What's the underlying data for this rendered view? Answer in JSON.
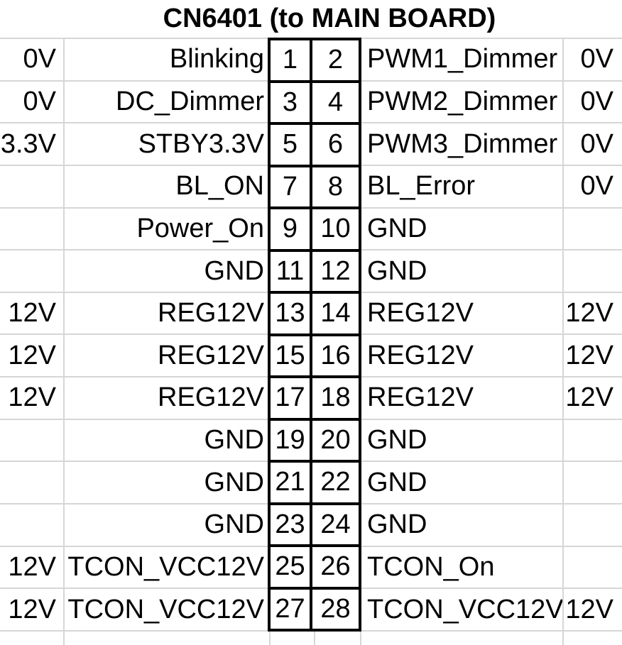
{
  "title": "CN6401 (to MAIN BOARD)",
  "table": {
    "columns": [
      "left_voltage",
      "left_signal",
      "pin_odd",
      "pin_even",
      "right_signal",
      "right_voltage"
    ],
    "rows": [
      {
        "left_voltage": "0V",
        "left_signal": "Blinking",
        "pin_left": "1",
        "pin_right": "2",
        "right_signal": "PWM1_Dimmer",
        "right_voltage": "0V"
      },
      {
        "left_voltage": "0V",
        "left_signal": "DC_Dimmer",
        "pin_left": "3",
        "pin_right": "4",
        "right_signal": "PWM2_Dimmer",
        "right_voltage": "0V"
      },
      {
        "left_voltage": "3.3V",
        "left_signal": "STBY3.3V",
        "pin_left": "5",
        "pin_right": "6",
        "right_signal": "PWM3_Dimmer",
        "right_voltage": "0V"
      },
      {
        "left_voltage": "",
        "left_signal": "BL_ON",
        "pin_left": "7",
        "pin_right": "8",
        "right_signal": "BL_Error",
        "right_voltage": "0V"
      },
      {
        "left_voltage": "",
        "left_signal": "Power_On",
        "pin_left": "9",
        "pin_right": "10",
        "right_signal": "GND",
        "right_voltage": ""
      },
      {
        "left_voltage": "",
        "left_signal": "GND",
        "pin_left": "11",
        "pin_right": "12",
        "right_signal": "GND",
        "right_voltage": ""
      },
      {
        "left_voltage": "12V",
        "left_signal": "REG12V",
        "pin_left": "13",
        "pin_right": "14",
        "right_signal": "REG12V",
        "right_voltage": "12V"
      },
      {
        "left_voltage": "12V",
        "left_signal": "REG12V",
        "pin_left": "15",
        "pin_right": "16",
        "right_signal": "REG12V",
        "right_voltage": "12V"
      },
      {
        "left_voltage": "12V",
        "left_signal": "REG12V",
        "pin_left": "17",
        "pin_right": "18",
        "right_signal": "REG12V",
        "right_voltage": "12V"
      },
      {
        "left_voltage": "",
        "left_signal": "GND",
        "pin_left": "19",
        "pin_right": "20",
        "right_signal": "GND",
        "right_voltage": ""
      },
      {
        "left_voltage": "",
        "left_signal": "GND",
        "pin_left": "21",
        "pin_right": "22",
        "right_signal": "GND",
        "right_voltage": ""
      },
      {
        "left_voltage": "",
        "left_signal": "GND",
        "pin_left": "23",
        "pin_right": "24",
        "right_signal": "GND",
        "right_voltage": ""
      },
      {
        "left_voltage": "12V",
        "left_signal": "TCON_VCC12V",
        "pin_left": "25",
        "pin_right": "26",
        "right_signal": "TCON_On",
        "right_voltage": ""
      },
      {
        "left_voltage": "12V",
        "left_signal": "TCON_VCC12V",
        "pin_left": "27",
        "pin_right": "28",
        "right_signal": "TCON_VCC12V",
        "right_voltage": "12V"
      }
    ]
  },
  "colors": {
    "background": "#ffffff",
    "text": "#000000",
    "grid_line": "#d6d6d6",
    "pin_box_border": "#000000"
  }
}
